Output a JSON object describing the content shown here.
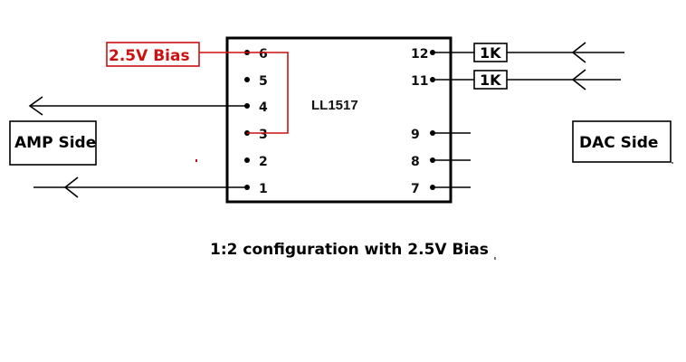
{
  "chip": {
    "label": "LL1517",
    "pins_left": [
      "6",
      "5",
      "4",
      "3",
      "2",
      "1"
    ],
    "pins_right": [
      "12",
      "11",
      "9",
      "8",
      "7"
    ]
  },
  "bias": {
    "label": "2.5V Bias"
  },
  "amp_side": {
    "label": "AMP Side"
  },
  "dac_side": {
    "label": "DAC Side"
  },
  "resistors": [
    "1K",
    "1K"
  ],
  "caption": "1:2 configuration with 2.5V Bias",
  "colors": {
    "bias": "#cc1111",
    "line": "#000000"
  }
}
